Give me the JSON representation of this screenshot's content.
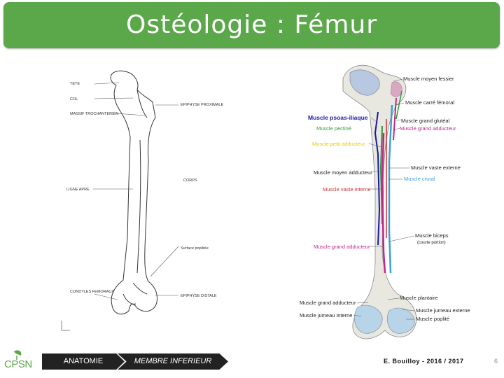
{
  "title": "Ostéologie : Fémur",
  "left_drawing": {
    "labels_left": [
      "TETE",
      "COL",
      "MASSIF TROCHANTERIEN",
      "LIGNE APRE",
      "CONDYLES FEMORAUX"
    ],
    "labels_right": [
      "EPIPHYSE PROXIMALE",
      "CORPS",
      "Surface poplitée",
      "EPIPHYSE DISTALE"
    ]
  },
  "right_drawing": {
    "labels_right": [
      "Muscle moyen fessier",
      "Muscle carré fémoral",
      "Muscle grand glutéal",
      "Muscle grand adducteur",
      "Muscle vaste externe",
      "Muscle crural",
      "Muscle biceps",
      "(courte portion)",
      "Muscle plantaire",
      "Muscle jumeau externe",
      "Muscle poplité"
    ],
    "labels_left": [
      "Muscle psoas-iliaque",
      "Muscle pectiné",
      "Muscle petit adducteur",
      "Muscle moyen adducteur",
      "Muscle vaste interne",
      "Muscle grand adducteur",
      "Muscle grand adducteur",
      "Muscle jumeau interne"
    ]
  },
  "footer": {
    "logo_text": "CPSN",
    "breadcrumb": [
      "ANATOMIE",
      "MEMBRE INFERIEUR"
    ],
    "author": "E. Bouilloy - 2016 / 2017",
    "page": "6"
  },
  "colors": {
    "title_bar": "#5ba84b",
    "psoas": "#1a1aa0",
    "pectine": "#2a9a3a",
    "petit_adducteur": "#e8c400",
    "grand_adducteur": "#c0288a",
    "crural": "#3aa0d8",
    "vaste_interne": "#d03030"
  }
}
